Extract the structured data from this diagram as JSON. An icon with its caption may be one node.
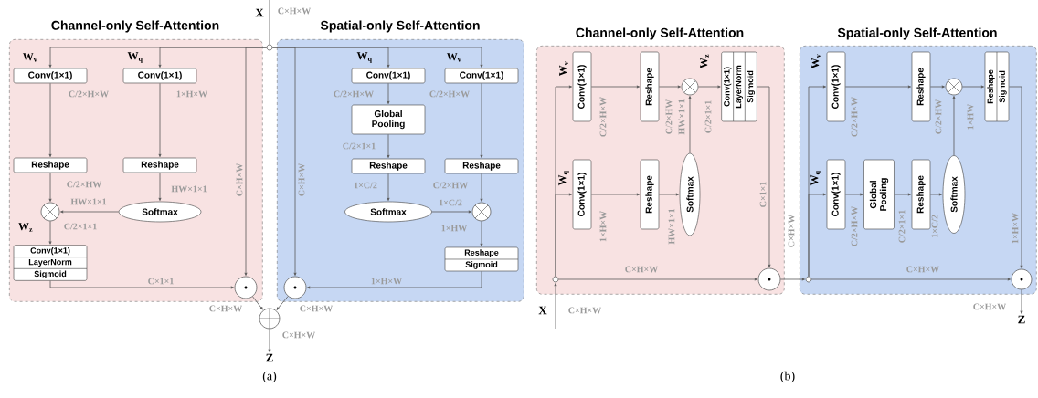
{
  "diagram": {
    "nodes": [
      {
        "text": [
          "Channel-only Self-Attention"
        ]
      },
      {
        "text": [
          "Spatial-only Self-Attention"
        ]
      },
      {
        "text": [
          "Conv(1×1)"
        ],
        "beside": [
          "W$_{v}$"
        ],
        "in": 0
      },
      {
        "text": [
          "Conv(1×1)"
        ],
        "beside": [
          "W$_{q}$"
        ],
        "in": 0
      },
      {
        "text": [
          "Reshape"
        ],
        "in": 0
      },
      {
        "text": [
          "Reshape"
        ],
        "in": 0
      },
      {
        "text": [],
        "shape": "circle",
        "in": 0
      },
      {
        "text": [
          "Softmax"
        ],
        "in": 0
      },
      {
        "text": [
          "Conv(1×1)",
          "LayerNorm",
          "Sigmoid"
        ],
        "beside": [
          "W$_{z}$"
        ],
        "in": 0
      },
      {
        "text": [],
        "shape": "circle",
        "in": 0
      },
      {
        "text": [
          "Conv(1×1)"
        ],
        "beside": [
          "W$_{q}$"
        ],
        "in": 1
      },
      {
        "text": [
          "Conv(1×1)"
        ],
        "beside": [
          "W$_{v}$"
        ],
        "in": 1
      },
      {
        "text": [
          "Global Pooling"
        ],
        "in": 1
      },
      {
        "text": [
          "Reshape"
        ],
        "in": 1
      },
      {
        "text": [
          "Reshape"
        ],
        "in": 1
      },
      {
        "text": [
          "Softmax"
        ],
        "in": 1
      },
      {
        "text": [],
        "shape": "circle",
        "in": 1
      },
      {
        "text": [
          "Reshape",
          "Sigmoid"
        ],
        "in": 1
      },
      {
        "text": [],
        "shape": "circle",
        "in": 1
      },
      {
        "text": [],
        "shape": "circle"
      },
      {
        "text": [],
        "shape": "circle"
      },
      {
        "text": [
          "Channel-only Self-Attention"
        ]
      },
      {
        "text": [
          "Spatial-only Self-Attention"
        ]
      },
      {
        "text": [
          "Conv(1×1)"
        ],
        "beside": [
          "W$_{v}$"
        ],
        "in": 21
      },
      {
        "text": [
          "Conv(1×1)"
        ],
        "beside": [
          "W$_{q}$"
        ],
        "in": 21
      },
      {
        "text": [
          "Reshape"
        ],
        "in": 21
      },
      {
        "text": [
          "Reshape"
        ],
        "in": 21
      },
      {
        "text": [],
        "shape": "circle",
        "in": 21
      },
      {
        "text": [
          "Softmax"
        ],
        "in": 21
      },
      {
        "text": [
          "Conv(1×1)",
          "LayerNorm",
          "Sigmoid"
        ],
        "beside": [
          "W$_{z}$"
        ],
        "in": 21
      },
      {
        "text": [],
        "shape": "circle",
        "in": 21
      },
      {
        "text": [],
        "shape": "circle",
        "in": 21
      },
      {
        "text": [
          "Conv(1×1)"
        ],
        "beside": [
          "W$_{v}$"
        ],
        "in": 22
      },
      {
        "text": [
          "Conv(1×1)"
        ],
        "beside": [
          "W$_{q}$"
        ],
        "in": 22
      },
      {
        "text": [
          "Global Pooling"
        ],
        "in": 22
      },
      {
        "text": [
          "Reshape"
        ],
        "in": 22
      },
      {
        "text": [
          "Reshape"
        ],
        "in": 22
      },
      {
        "text": [
          "Softmax"
        ],
        "in": 22
      },
      {
        "text": [],
        "shape": "circle",
        "in": 22
      },
      {
        "text": [
          "Reshape",
          "Sigmoid"
        ],
        "in": 22
      },
      {
        "text": [],
        "shape": "circle",
        "in": 22
      },
      {
        "text": [],
        "shape": "circle",
        "in": 22
      },
      {
        "text": [
          "Z"
        ]
      },
      {
        "text": [
          "Z"
        ]
      }
    ],
    "edges": [
      {
        "from": null,
        "to": 19,
        "arrow": "none",
        "label": "C×H×W"
      },
      {
        "from": 19,
        "to": 2,
        "arrow": "to"
      },
      {
        "from": 19,
        "to": 3,
        "arrow": "to"
      },
      {
        "from": 19,
        "to": 9,
        "arrow": "to",
        "label": "C×H×W"
      },
      {
        "from": 19,
        "to": 10,
        "arrow": "to"
      },
      {
        "from": 19,
        "to": 11,
        "arrow": "to"
      },
      {
        "from": 19,
        "to": 18,
        "arrow": "to",
        "label": "C×H×W"
      },
      {
        "from": 2,
        "to": 4,
        "arrow": "to",
        "label": "C/2×H×W"
      },
      {
        "from": 3,
        "to": 5,
        "arrow": "to",
        "label": "1×H×W"
      },
      {
        "from": 4,
        "to": 6,
        "arrow": "to",
        "label": "C/2×HW"
      },
      {
        "from": 5,
        "to": 7,
        "arrow": "to",
        "label": "HW×1×1"
      },
      {
        "from": 7,
        "to": 6,
        "arrow": "to",
        "label": "HW×1×1"
      },
      {
        "from": 6,
        "to": 8,
        "arrow": "to",
        "label": "C/2×1×1"
      },
      {
        "from": 8,
        "to": 9,
        "arrow": "to",
        "label": "C×1×1"
      },
      {
        "from": 9,
        "to": 20,
        "arrow": "to",
        "label": "C×H×W"
      },
      {
        "from": 10,
        "to": 12,
        "arrow": "to",
        "label": "C/2×H×W"
      },
      {
        "from": 11,
        "to": 14,
        "arrow": "to",
        "label": "C/2×H×W"
      },
      {
        "from": 12,
        "to": 13,
        "arrow": "to",
        "label": "C/2×1×1"
      },
      {
        "from": 13,
        "to": 15,
        "arrow": "to",
        "label": "1×C/2"
      },
      {
        "from": 14,
        "to": 16,
        "arrow": "to",
        "label": "C/2×HW"
      },
      {
        "from": 15,
        "to": 16,
        "arrow": "to",
        "label": "1×C/2"
      },
      {
        "from": 16,
        "to": 17,
        "arrow": "to",
        "label": "1×HW"
      },
      {
        "from": 17,
        "to": 18,
        "arrow": "to",
        "label": "1×H×W"
      },
      {
        "from": 18,
        "to": 20,
        "arrow": "to",
        "label": "C×H×W"
      },
      {
        "from": 20,
        "to": 42,
        "arrow": "to",
        "label": "C×H×W"
      },
      {
        "from": null,
        "to": 31,
        "arrow": "to",
        "label": "C×H×W"
      },
      {
        "from": 31,
        "to": 23,
        "arrow": "to"
      },
      {
        "from": 31,
        "to": 24,
        "arrow": "to"
      },
      {
        "from": 31,
        "to": 30,
        "arrow": "to",
        "label": "C×H×W"
      },
      {
        "from": 23,
        "to": 25,
        "arrow": "to",
        "label": "C/2×H×W"
      },
      {
        "from": 24,
        "to": 26,
        "arrow": "to",
        "label": "1×H×W"
      },
      {
        "from": 25,
        "to": 27,
        "arrow": "to",
        "label": "C/2×HW"
      },
      {
        "from": 26,
        "to": 28,
        "arrow": "to",
        "label": "HW×1×1"
      },
      {
        "from": 28,
        "to": 27,
        "arrow": "to",
        "label": "HW×1×1"
      },
      {
        "from": 27,
        "to": 29,
        "arrow": "to",
        "label": "C/2×1×1"
      },
      {
        "from": 29,
        "to": 30,
        "arrow": "to",
        "label": "C×1×1"
      },
      {
        "from": 30,
        "to": 41,
        "arrow": "to",
        "label": "C×H×W"
      },
      {
        "from": 41,
        "to": 32,
        "arrow": "to"
      },
      {
        "from": 41,
        "to": 33,
        "arrow": "to"
      },
      {
        "from": 41,
        "to": 40,
        "arrow": "to",
        "label": "C×H×W"
      },
      {
        "from": 32,
        "to": 35,
        "arrow": "to",
        "label": "C/2×H×W"
      },
      {
        "from": 33,
        "to": 34,
        "arrow": "to",
        "label": "C/2×H×W"
      },
      {
        "from": 34,
        "to": 36,
        "arrow": "to",
        "label": "C/2×1×1"
      },
      {
        "from": 36,
        "to": 37,
        "arrow": "to",
        "label": "1×C/2"
      },
      {
        "from": 37,
        "to": 38,
        "arrow": "to"
      },
      {
        "from": 35,
        "to": 38,
        "arrow": "to",
        "label": "C/2×HW"
      },
      {
        "from": 38,
        "to": 39,
        "arrow": "to",
        "label": "1×HW"
      },
      {
        "from": 39,
        "to": 40,
        "arrow": "to",
        "label": "1×H×W"
      },
      {
        "from": 40,
        "to": 43,
        "arrow": "to",
        "label": "C×H×W"
      }
    ],
    "labels": [
      "X",
      "X",
      "(a)",
      "(b)"
    ]
  }
}
